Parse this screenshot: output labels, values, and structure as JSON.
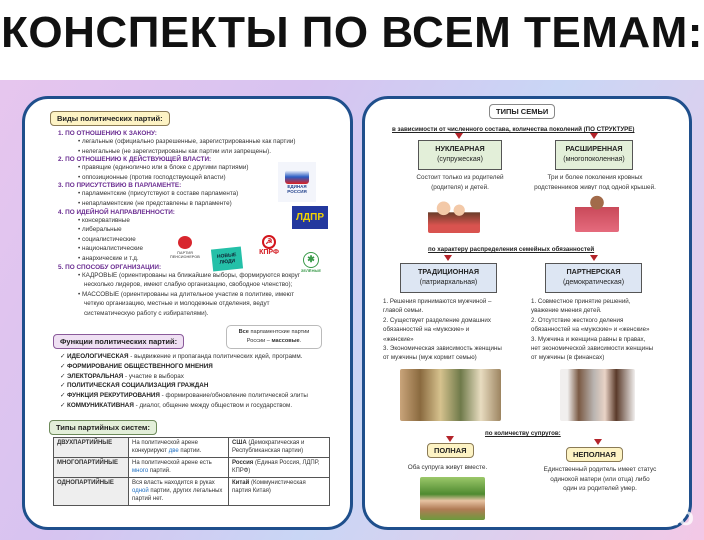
{
  "banner_title": "КОНСПЕКТЫ ПО ВСЕМ ТЕМАМ:",
  "left": {
    "types_heading": "Виды политических партий:",
    "sections": [
      {
        "title": "1. ПО ОТНОШЕНИЮ К ЗАКОНУ:",
        "items": [
          "легальные (официально разрешенные, зарегистрированные как партии)",
          "нелегальные (не зарегистрированы как партии или запрещены)."
        ]
      },
      {
        "title": "2. ПО ОТНОШЕНИЮ К ДЕЙСТВУЮЩЕЙ ВЛАСТИ:",
        "items": [
          "правящие (единолично или в блоке с другими партиями)",
          "оппозиционные (против господствующей власти)"
        ]
      },
      {
        "title": "3. ПО ПРИСУТСТВИЮ В ПАРЛАМЕНТЕ:",
        "items": [
          "парламентские (присутствуют в составе парламента)",
          "непарламентские (не представлены в парламенте)"
        ]
      },
      {
        "title": "4. ПО ИДЕЙНОЙ НАПРАВЛЕННОСТИ:",
        "items": [
          "консервативные",
          "либеральные",
          "социалистические",
          "националистические",
          "анархические и т.д."
        ]
      },
      {
        "title": "5. ПО СПОСОБУ ОРГАНИЗАЦИИ:",
        "items": [
          "КАДРОВЫЕ (ориентированы на ближайшие выборы, формируются вокруг",
          "несколько лидеров, имеют слабую организацию, свободное членство);",
          "МАССОВЫЕ (ориентированы на длительное участие в политике, имеют",
          "четкую организацию, местные и молодежные отделения, ведут",
          "систематическую работу с избирателями)."
        ]
      }
    ],
    "logos": {
      "er": "ЕДИНАЯ РОССИЯ",
      "ldpr": "ЛДПР",
      "pensioners": "ПАРТИЯ ПЕНСИОНЕРОВ",
      "new_people": "НОВЫЕ ЛЮДИ",
      "kprf": "КПРФ",
      "greens": "ЗЕЛЁНЫЕ"
    },
    "note": {
      "bold1": "Все",
      "text": "парламентские партии",
      "line2": "России –",
      "bold2": "массовые",
      "end": "."
    },
    "functions_heading": "Функции политических партий:",
    "functions": [
      {
        "name": "ИДЕОЛОГИЧЕСКАЯ",
        "desc": " - выдвижение и пропаганда политических идей, программ."
      },
      {
        "name": "ФОРМИРОВАНИЕ ОБЩЕСТВЕННОГО МНЕНИЯ",
        "desc": ""
      },
      {
        "name": "ЭЛЕКТОРАЛЬНАЯ",
        "desc": " - участие в выборах"
      },
      {
        "name": "ПОЛИТИЧЕСКАЯ СОЦИАЛИЗАЦИЯ ГРАЖДАН",
        "desc": ""
      },
      {
        "name": "ФУНКЦИЯ РЕКРУТИРОВАНИЯ",
        "desc": " - формирование/обновление политической элиты"
      },
      {
        "name": "КОММУНИКАТИВНАЯ",
        "desc": " - диалог, общение между обществом и государством."
      }
    ],
    "systems_heading": "Типы партийных систем:",
    "systems": [
      {
        "type": "ДВУХПАРТИЙНЫЕ",
        "d1": "На политической арене конкурируют ",
        "hl": "две",
        "d2": " партии.",
        "ex_bold": "США",
        "ex": " (Демократическая и Республиканская партии)"
      },
      {
        "type": "МНОГОПАРТИЙНЫЕ",
        "d1": "На политической арене есть ",
        "hl": "много",
        "d2": " партий.",
        "ex_bold": "Россия",
        "ex": " (Единая Россия, ЛДПР, КПРФ)"
      },
      {
        "type": "ОДНОПАРТИЙНЫЕ",
        "d1": "Вся власть находится в руках ",
        "hl": "одной",
        "d2": " партии, других легальных партий нет.",
        "ex_bold": "Китай",
        "ex": " (Коммунистическая партия Китая)"
      }
    ]
  },
  "right": {
    "title": "ТИПЫ СЕМЬИ",
    "structure_caption": "в зависимости от численного состава, количества поколений (ПО СТРУКТУРЕ)",
    "nuclear": {
      "name": "НУКЛЕАРНАЯ",
      "alt": "(супружеская)",
      "desc1": "Состоит только из родителей",
      "desc2": "(родителя) и детей."
    },
    "extended": {
      "name": "РАСШИРЕННАЯ",
      "alt": "(многопоколенная)",
      "desc1": "Три и более поколения кровных",
      "desc2": "родственников живут под одной крышей."
    },
    "duties_caption": "по характеру распределения семейных обязанностей",
    "traditional": {
      "name": "ТРАДИЦИОННАЯ",
      "alt": "(патриархальная)",
      "lines": [
        "1. Решения принимаются мужчиной –",
        "главой семьи.",
        "2. Существует разделение домашних",
        "обязанностей на «мужские» и",
        "«женские»",
        "3. Экономическая зависимость женщины",
        "от мужчины (муж кормит семью)"
      ]
    },
    "partner": {
      "name": "ПАРТНЕРСКАЯ",
      "alt": "(демократическая)",
      "lines": [
        "1. Совместное принятие решений,",
        "уважение мнения детей.",
        "2. Отсутствие жесткого деления",
        "обязанностей на «мужские» и «женские»",
        "3. Мужчина и женщина равны в правах,",
        "нет экономической зависимости женщины",
        "от мужчины (в финансах)"
      ]
    },
    "spouses_caption": "по количеству супругов:",
    "full": {
      "name": "ПОЛНАЯ",
      "desc": "Оба супруга живут вместе."
    },
    "incomplete": {
      "name": "НЕПОЛНАЯ",
      "lines": [
        "Единственный родитель имеет статус",
        "одинокой матери (или отца) либо",
        "один из родителей умер."
      ]
    }
  },
  "watermark": "Avito",
  "colors": {
    "card_border": "#1f4f8c",
    "heading_purple": "#6a2c91",
    "yellow_box": "#fdf3c4",
    "green_box": "#e3efd9",
    "blue_box": "#dde6f3",
    "arrow_red": "#b3242a",
    "highlight_blue": "#1f6fc2"
  }
}
